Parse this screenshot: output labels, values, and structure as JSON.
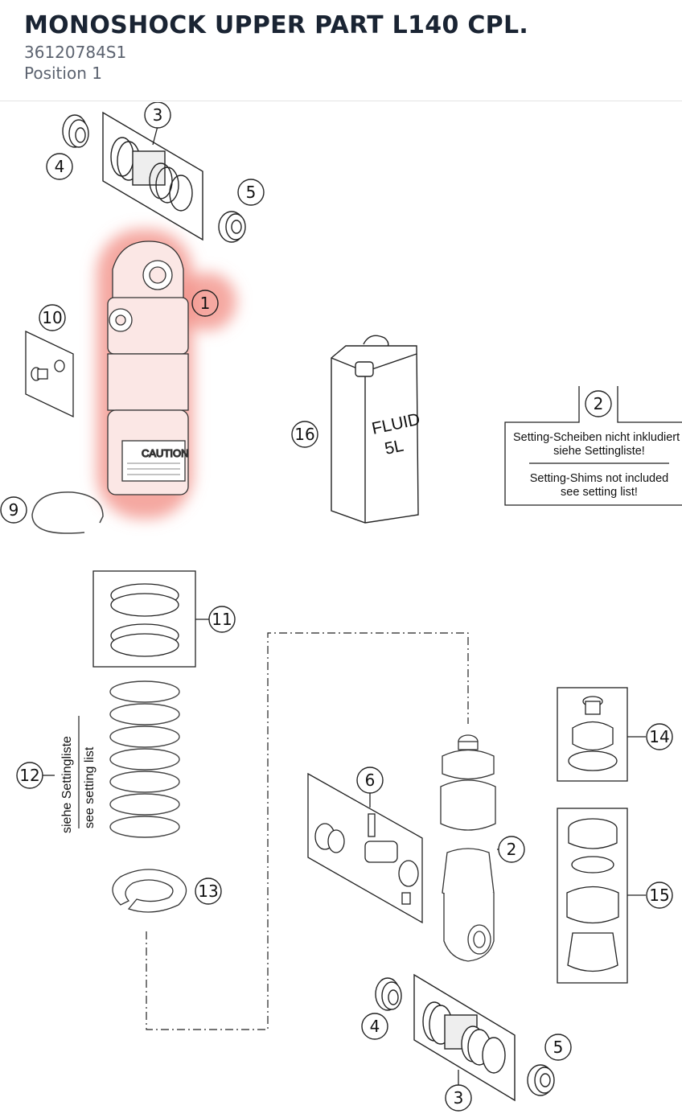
{
  "header": {
    "title": "MONOSHOCK UPPER PART L140 CPL.",
    "part_number": "36120784S1",
    "position": "Position 1"
  },
  "diagram": {
    "highlight_color": "#f28b82",
    "callouts": {
      "c1": "1",
      "c2a": "2",
      "c2b": "2",
      "c3a": "3",
      "c3b": "3",
      "c4a": "4",
      "c4b": "4",
      "c5a": "5",
      "c5b": "5",
      "c6": "6",
      "c9": "9",
      "c10": "10",
      "c11": "11",
      "c12": "12",
      "c13": "13",
      "c14": "14",
      "c15": "15",
      "c16": "16"
    },
    "note": {
      "de_line1": "Setting-Scheiben nicht inkludiert",
      "de_line2": "siehe Settingliste!",
      "en_line1": "Setting-Shims not included",
      "en_line2": "see setting list!"
    },
    "spring_label": {
      "de": "siehe Settingliste",
      "en": "see setting list"
    },
    "can_label": {
      "line1": "FLUID",
      "line2": "5L"
    },
    "caution_text": "CAUTION"
  }
}
